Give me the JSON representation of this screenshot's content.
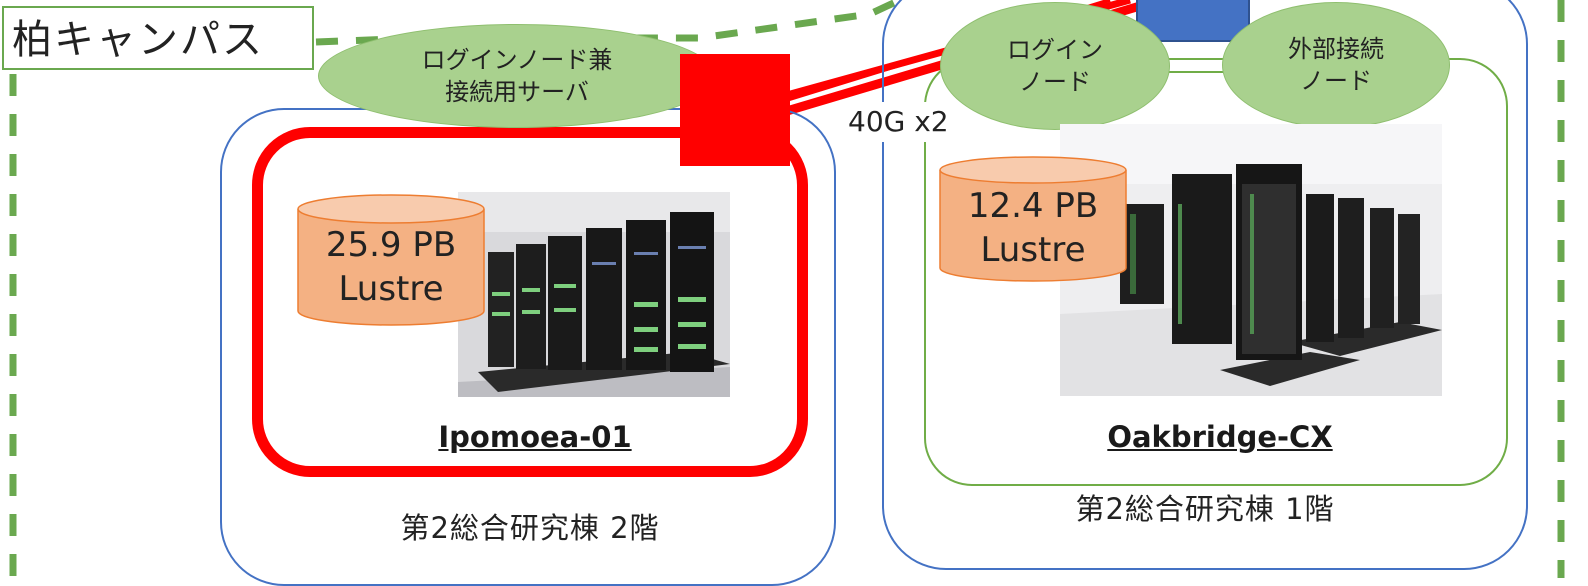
{
  "campus": {
    "label": "柏キャンパス"
  },
  "links": {
    "speed_label": "40G x2"
  },
  "colors": {
    "campus_border": "#6aa84f",
    "building_border": "#4472c4",
    "system_border": "#70ad47",
    "highlight": "#ff0000",
    "node_fill": "#a9d18e",
    "storage_fill": "#f4b183",
    "switch_blue": "#4472c4"
  },
  "nodes": {
    "login_gateway": "ログインノード兼\n接続用サーバ",
    "login": "ログイン\nノード",
    "external": "外部接続\nノード"
  },
  "systems": {
    "ipomoea": {
      "name": "Ipomoea-01",
      "storage_size": "25.9 PB",
      "storage_fs": "Lustre",
      "location": "第2総合研究棟 2階"
    },
    "oakbridge": {
      "name": "Oakbridge-CX",
      "storage_size": "12.4 PB",
      "storage_fs": "Lustre",
      "location": "第2総合研究棟 1階"
    }
  }
}
